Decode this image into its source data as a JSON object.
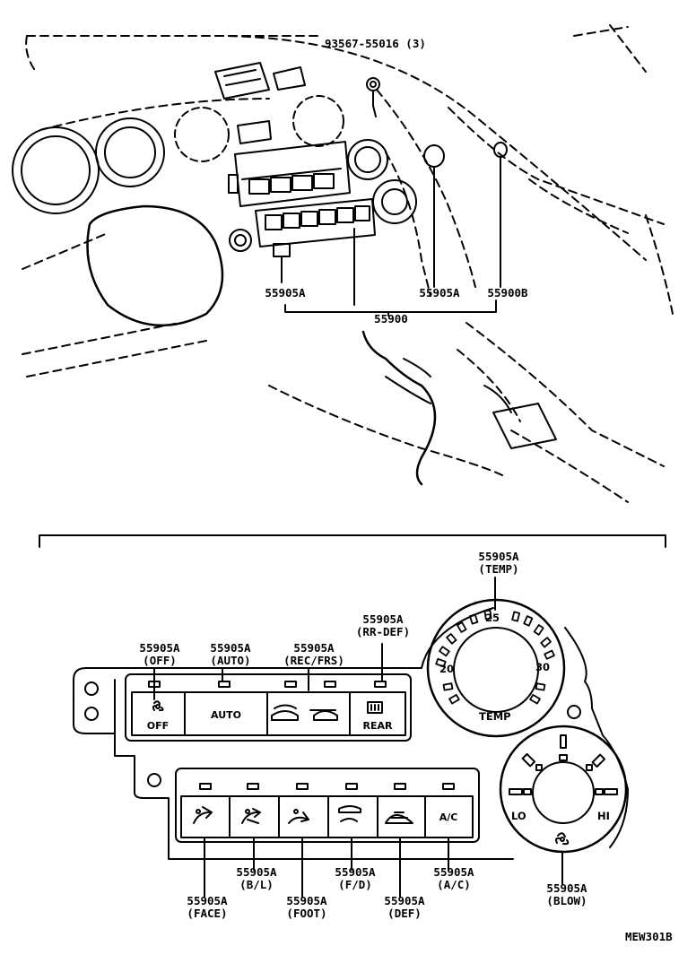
{
  "top_view": {
    "callouts": {
      "screw": "93567-55016 (3)",
      "knob_left": "55905A",
      "knob_right": "55905A",
      "knob_small": "55900B",
      "assembly": "55900"
    }
  },
  "control_panel": {
    "buttons": {
      "off_label": "OFF",
      "auto_label": "AUTO",
      "rear_label": "REAR",
      "ac_label": "A/C"
    },
    "temp_dial": {
      "mark_20": "20",
      "mark_25": "25",
      "mark_30": "30",
      "label": "TEMP"
    },
    "blower_dial": {
      "low": "LO",
      "high": "HI"
    },
    "callouts": {
      "off_part": "55905A",
      "off_name": "(OFF)",
      "auto_part": "55905A",
      "auto_name": "(AUTO)",
      "recfrs_part": "55905A",
      "recfrs_name": "(REC/FRS)",
      "rrdef_part": "55905A",
      "rrdef_name": "(RR-DEF)",
      "temp_part": "55905A",
      "temp_name": "(TEMP)",
      "face_part": "55905A",
      "face_name": "(FACE)",
      "bl_part": "55905A",
      "bl_name": "(B/L)",
      "foot_part": "55905A",
      "foot_name": "(FOOT)",
      "fd_part": "55905A",
      "fd_name": "(F/D)",
      "def_part": "55905A",
      "def_name": "(DEF)",
      "ac_part": "55905A",
      "ac_name": "(A/C)",
      "blow_part": "55905A",
      "blow_name": "(BLOW)"
    }
  },
  "diagram_code": "MEW301B"
}
